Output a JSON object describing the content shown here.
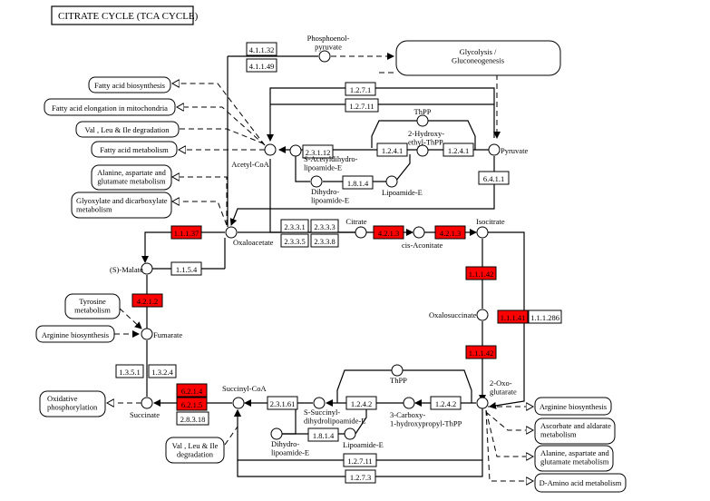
{
  "title": "CITRATE CYCLE (TCA CYCLE)",
  "compounds": {
    "phosphoenolpyruvate": "Phosphoenol-\npyruvate",
    "pyruvate": "Pyruvate",
    "acetyl_coa": "Acetyl-CoA",
    "thpp_top": "ThPP",
    "hydroxyethyl_thpp": "2-Hydroxy-\nethyl-ThPP",
    "s_acetyldihydro": "S-Acetyldihydro-\nlipoamide-E",
    "dihydrolipoamide_top": "Dihydro-\nlipoamide-E",
    "lipoamide_top": "Lipoamide-E",
    "oxaloacetate": "Oxaloacetate",
    "citrate": "Citrate",
    "cis_aconitate": "cis-Aconitate",
    "isocitrate": "Isocitrate",
    "malate": "(S)-Malate",
    "fumarate": "Fumarate",
    "oxalosuccinate": "Oxalosuccinate",
    "succinyl_coa": "Succinyl-CoA",
    "succinate": "Succinate",
    "s_succinyl": "S-Succinyl-\ndihydrolipoamide-E",
    "thpp_bottom": "ThPP",
    "carboxy_hydroxypropyl": "3-Carboxy-\n1-hydroxypropyl-ThPP",
    "oxoglutarate": "2-Oxo-\nglutarate",
    "dihydrolipoamide_bottom": "Dihydro-\nlipoamide-E",
    "lipoamide_bottom": "Lipoamide-E"
  },
  "maps": {
    "glycolysis": "Glycolysis /\nGluconeogenesis",
    "fatty_acid_biosynthesis": "Fatty acid biosynthesis",
    "fatty_acid_elongation": "Fatty acid elongation in mitochondria",
    "val_leu_ile_top": "Val , Leu & Ile degradation",
    "fatty_acid_metabolism": "Fatty acid metabolism",
    "alanine_aspartate_top": "Alanine, aspartate and\nglutamate metabolism",
    "glyoxylate": "Glyoxylate and dicarboxylate\nmetabolism",
    "tyrosine": "Tyrosine\nmetabolism",
    "arginine_left": "Arginine biosynthesis",
    "oxidative": "Oxidative\nphosphorylation",
    "val_leu_ile_bottom": "Val , Leu & Ile\ndegradation",
    "arginine_right": "Arginine biosynthesis",
    "ascorbate": "Ascorbate and aldarate\nmetabolism",
    "alanine_aspartate_bottom": "Alanine, aspartate and\nglutamate metabolism",
    "d_amino": "D-Amino acid metabolism"
  },
  "enzymes": {
    "e4_1_1_32": "4.1.1.32",
    "e4_1_1_49": "4.1.1.49",
    "e1_2_7_1_top": "1.2.7.1",
    "e1_2_7_11_top": "1.2.7.11",
    "e2_3_1_12": "2.3.1.12",
    "e1_2_4_1_a": "1.2.4.1",
    "e1_2_4_1_b": "1.2.4.1",
    "e1_8_1_4_top": "1.8.1.4",
    "e6_4_1_1": "6.4.1.1",
    "e1_1_1_37": "1.1.1.37",
    "e2_3_3_1": "2.3.3.1",
    "e2_3_3_3": "2.3.3.3",
    "e2_3_3_5": "2.3.3.5",
    "e2_3_3_8": "2.3.3.8",
    "e4_2_1_3_a": "4.2.1.3",
    "e4_2_1_3_b": "4.2.1.3",
    "e1_1_5_4": "1.1.5.4",
    "e4_2_1_2": "4.2.1.2",
    "e1_1_1_42_a": "1.1.1.42",
    "e1_1_1_41": "1.1.1.41",
    "e1_1_1_286": "1.1.1.286",
    "e1_1_1_42_b": "1.1.1.42",
    "e1_3_5_1": "1.3.5.1",
    "e1_3_2_4": "1.3.2.4",
    "e6_2_1_4": "6.2.1.4",
    "e6_2_1_5": "6.2.1.5",
    "e2_8_3_18": "2.8.3.18",
    "e2_3_1_61": "2.3.1.61",
    "e1_2_4_2_a": "1.2.4.2",
    "e1_2_4_2_b": "1.2.4.2",
    "e1_8_1_4_bottom": "1.8.1.4",
    "e1_2_7_11_bottom": "1.2.7.11",
    "e1_2_7_3": "1.2.7.3"
  },
  "colors": {
    "highlight": "#ff0000",
    "line": "#000000",
    "background": "#ffffff"
  }
}
